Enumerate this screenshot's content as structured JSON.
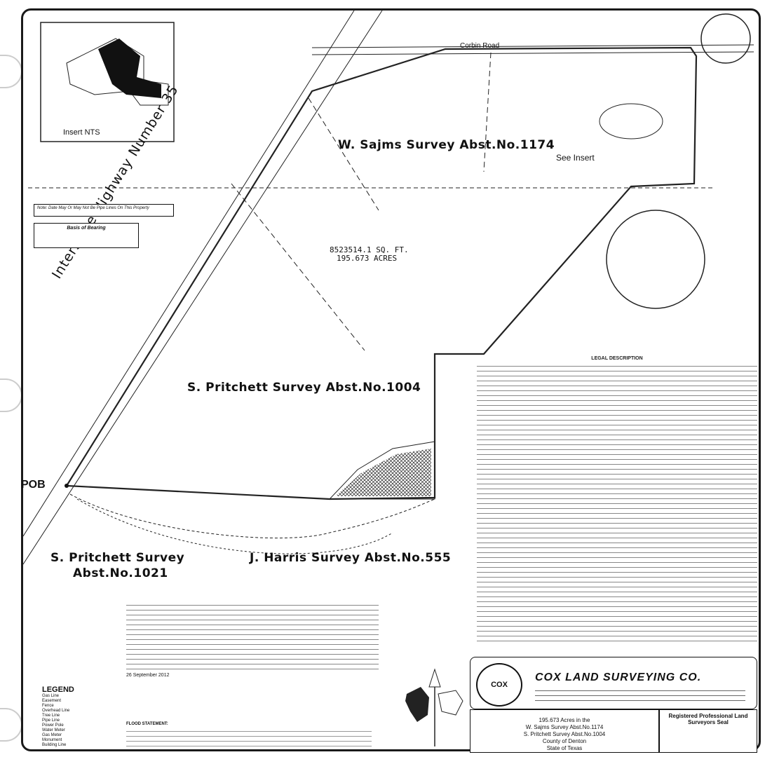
{
  "insert": {
    "label": "Insert NTS"
  },
  "see_insert": "See Insert",
  "pob": "POB",
  "road": "Corbin Road",
  "highway": "Interstate Highway Number 35",
  "surveys": {
    "sajms": "W. Sajms Survey Abst.No.1174",
    "pritchett_1004": "S. Pritchett Survey Abst.No.1004",
    "pritchett_1021_line1": "S. Pritchett Survey",
    "pritchett_1021_line2": "Abst.No.1021",
    "harris": "J. Harris Survey Abst.No.555"
  },
  "area": {
    "sqft": "8523514.1 SQ. FT.",
    "acres": "195.673 ACRES"
  },
  "basis_box_title": "Basis of Bearing",
  "note_box": "Note: Date May Or May Not Be Pipe Lines On This Property",
  "legend": {
    "title": "LEGEND",
    "items": [
      "Gas Line",
      "Easement",
      "Fence",
      "Overhead Line",
      "Tree Line",
      "Pipe Line",
      "Power Pole",
      "Water Meter",
      "Gas Meter",
      "Monument",
      "Building Line"
    ]
  },
  "notes": {
    "heading": "LEGAL DESCRIPTION",
    "date": "26 September 2012",
    "flood_title": "FLOOD STATEMENT:"
  },
  "company": {
    "name": "COX LAND SURVEYING CO.",
    "seal_text": "COX"
  },
  "title_block": {
    "line1": "195.673 Acres in the",
    "line2": "W. Sajms Survey Abst.No.1174",
    "line3": "S. Pritchett Survey Abst.No.1004",
    "line4": "County of Denton",
    "line5": "State of Texas",
    "seal_label": "Registered Professional Land Surveyors Seal"
  }
}
